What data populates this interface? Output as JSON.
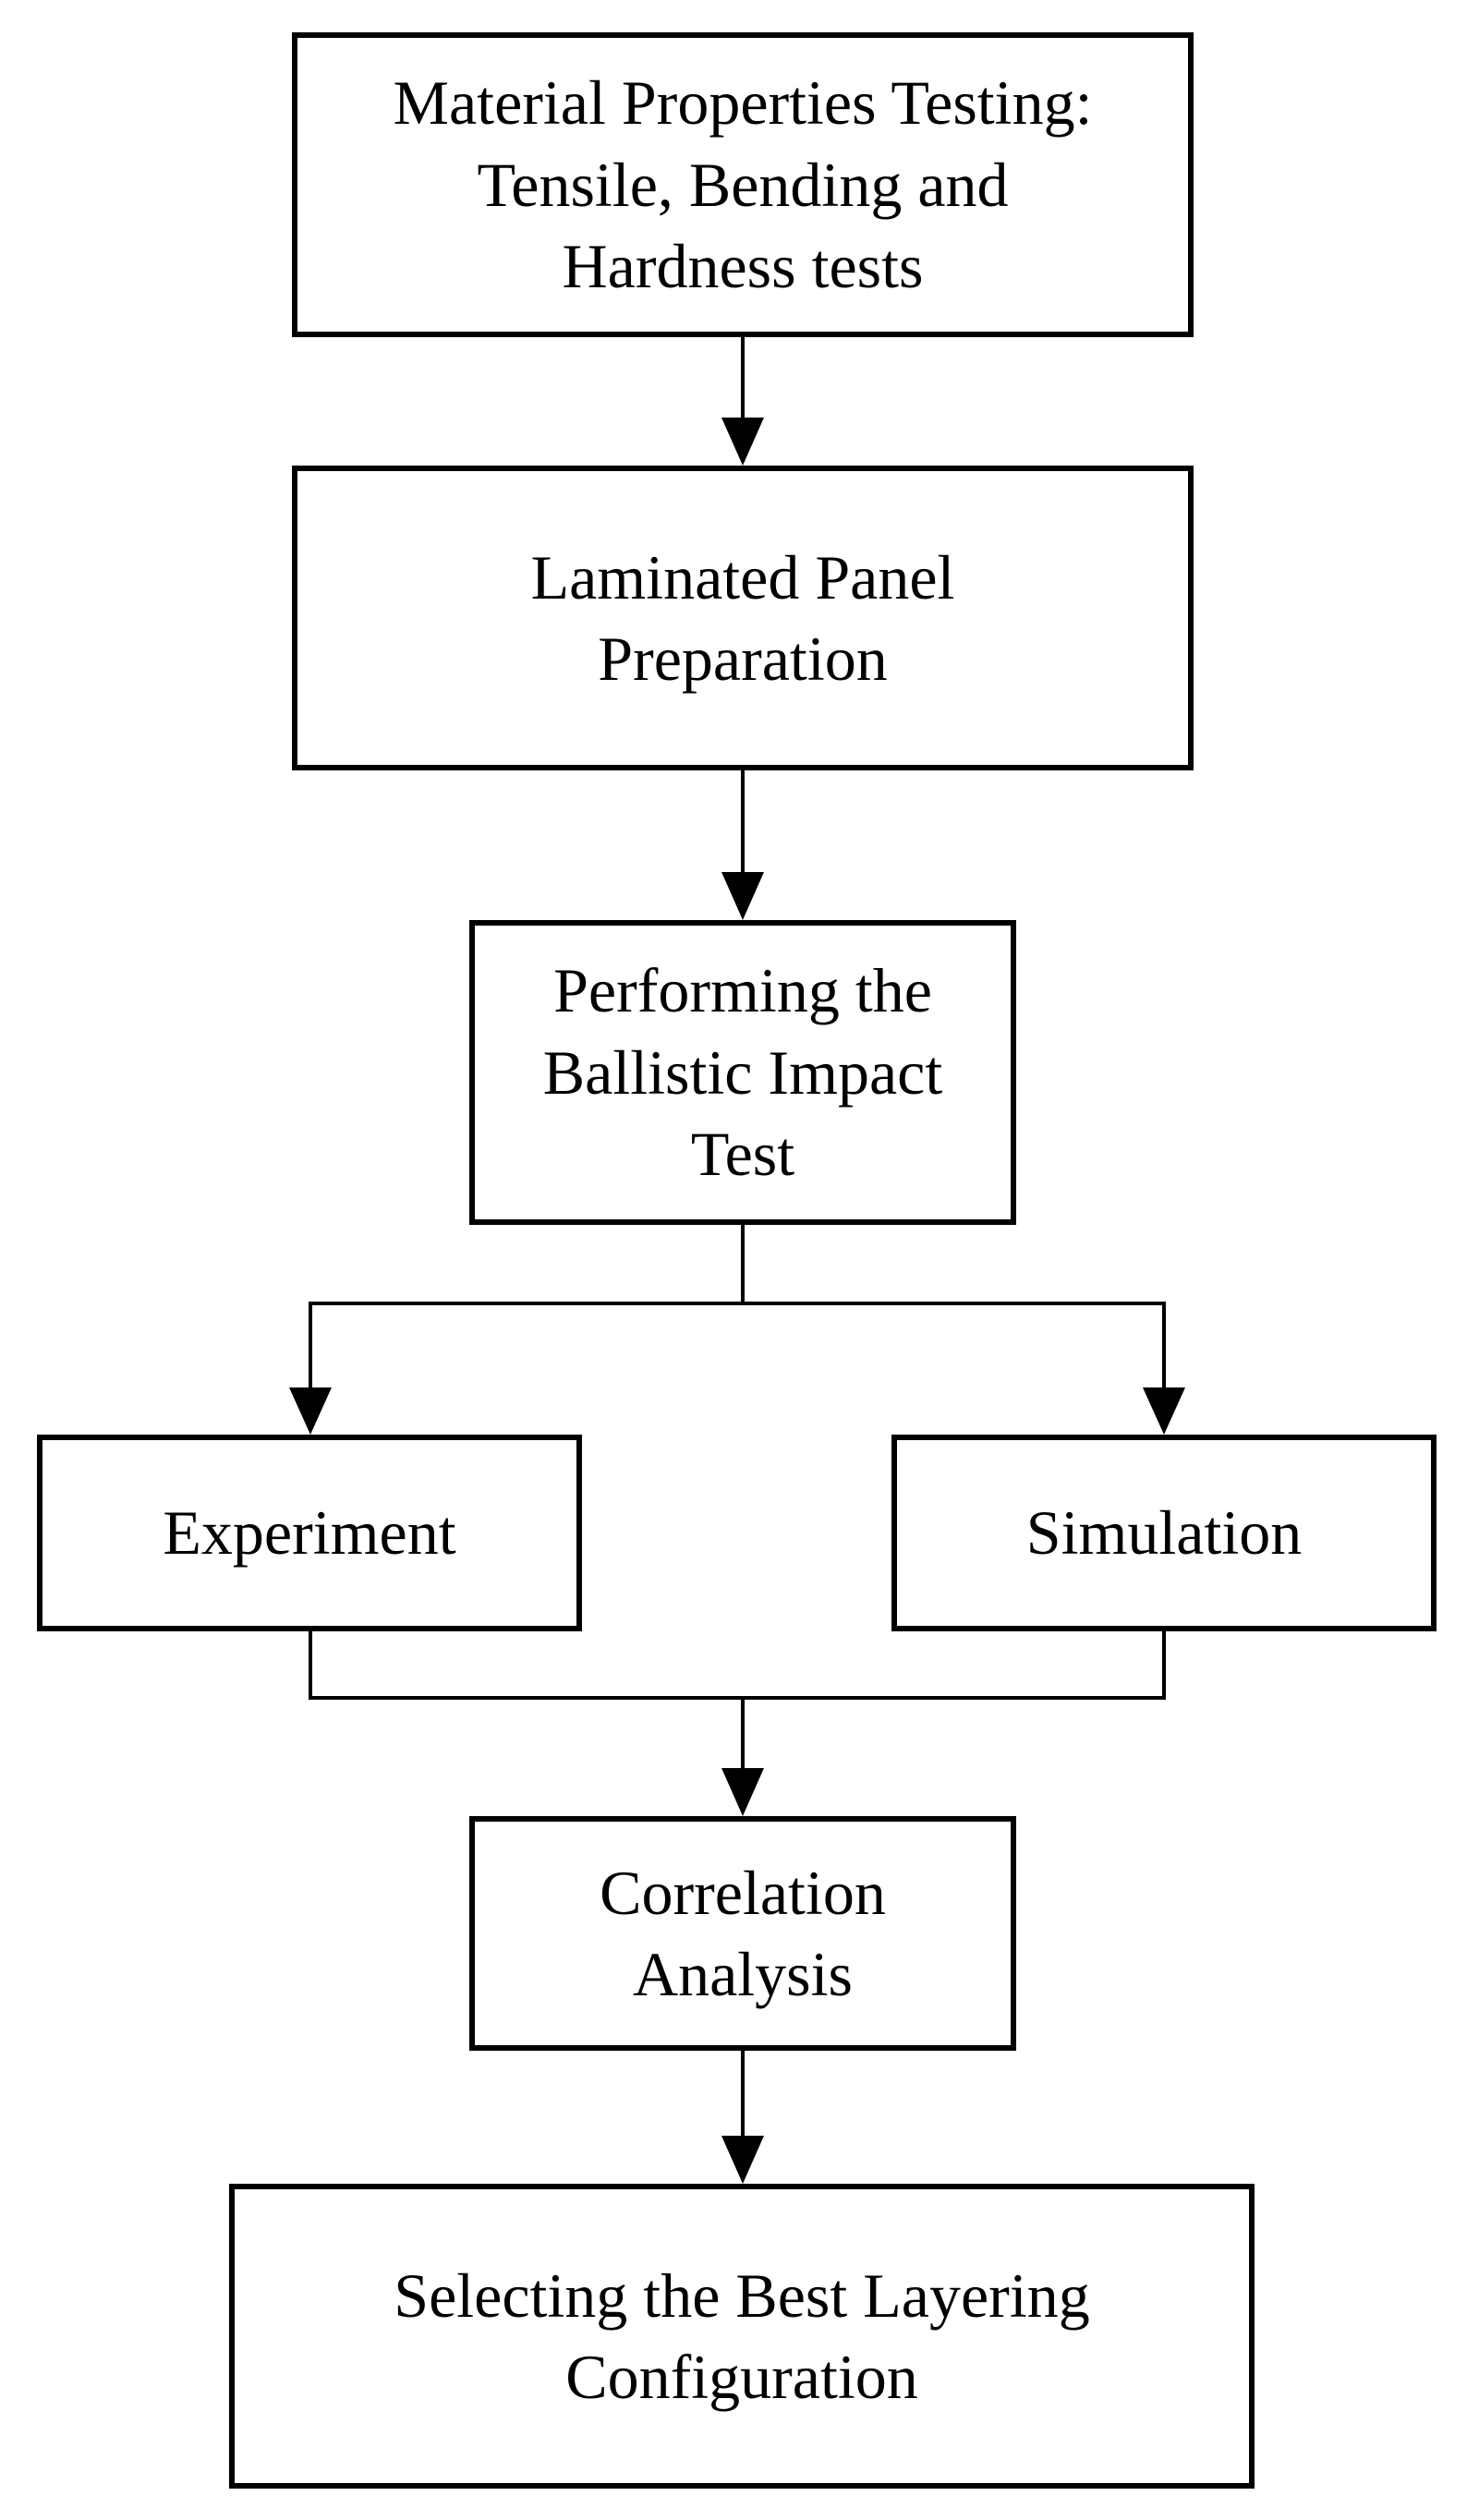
{
  "diagram": {
    "nodes": {
      "material_testing": "Material Properties Testing:\nTensile, Bending and\nHardness tests",
      "laminated_panel": "Laminated Panel\nPreparation",
      "ballistic_test": "Performing the\nBallistic Impact\nTest",
      "experiment": "Experiment",
      "simulation": "Simulation",
      "correlation": "Correlation\nAnalysis",
      "selecting": "Selecting the Best Layering\nConfiguration"
    },
    "edges": [
      {
        "from": "material_testing",
        "to": "laminated_panel"
      },
      {
        "from": "laminated_panel",
        "to": "ballistic_test"
      },
      {
        "from": "ballistic_test",
        "to": "experiment"
      },
      {
        "from": "ballistic_test",
        "to": "simulation"
      },
      {
        "from": "experiment",
        "to": "correlation"
      },
      {
        "from": "simulation",
        "to": "correlation"
      },
      {
        "from": "correlation",
        "to": "selecting"
      }
    ],
    "colors": {
      "stroke": "#000000",
      "background": "#ffffff"
    }
  }
}
